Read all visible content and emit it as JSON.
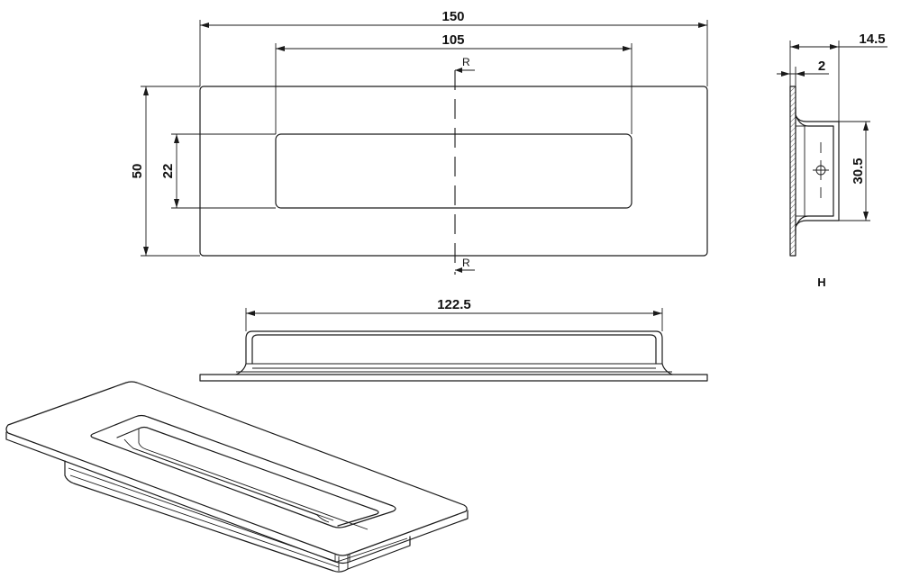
{
  "dimensions": {
    "overall_length": "150",
    "slot_length": "105",
    "overall_height": "50",
    "slot_height": "22",
    "inner_length": "122.5",
    "depth": "14.5",
    "plate_thickness": "2",
    "side_height": "30.5"
  },
  "section_marks": {
    "top": "R",
    "bottom": "R"
  },
  "side_view_label": "H"
}
